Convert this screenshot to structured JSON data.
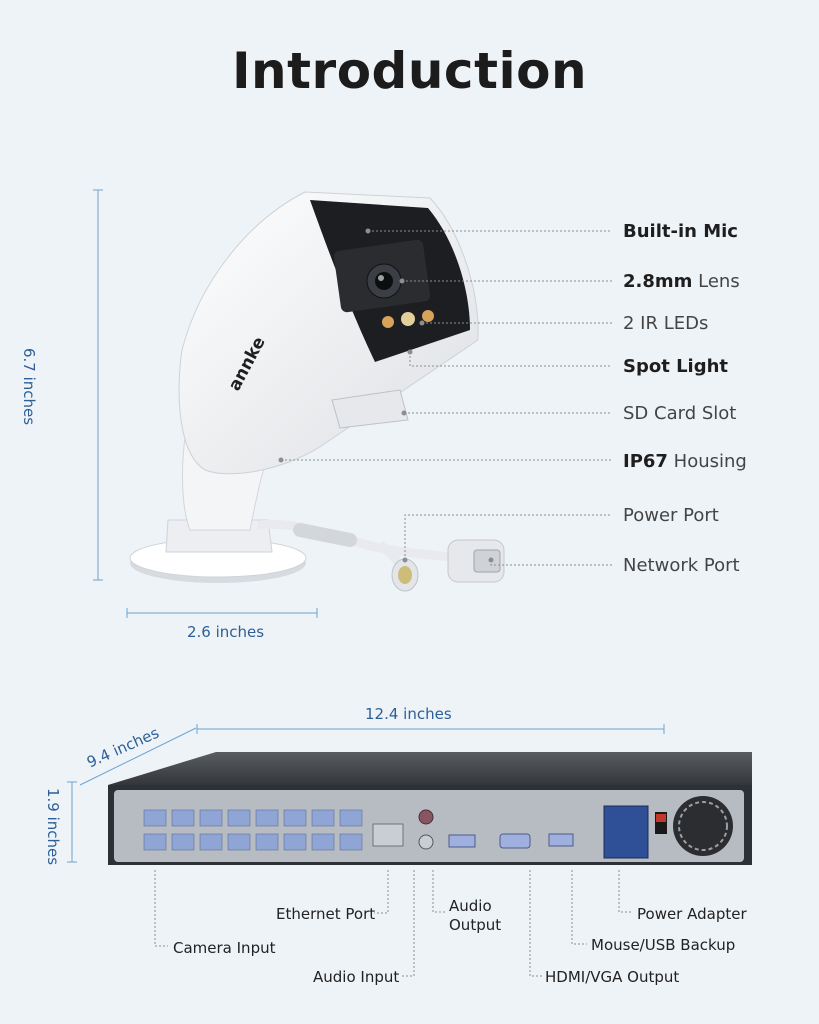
{
  "title": "Introduction",
  "camera": {
    "brand": "annke",
    "height": "6.7 inches",
    "width": "2.6 inches",
    "callouts": [
      {
        "bold": "Built-in Mic",
        "rest": ""
      },
      {
        "bold": "2.8mm",
        "rest": " Lens"
      },
      {
        "bold": "",
        "rest": "2 IR LEDs"
      },
      {
        "bold": "Spot Light",
        "rest": ""
      },
      {
        "bold": "",
        "rest": "SD Card Slot"
      },
      {
        "bold": "IP67",
        "rest": " Housing"
      },
      {
        "bold": "",
        "rest": "Power Port"
      },
      {
        "bold": "",
        "rest": "Network Port"
      }
    ]
  },
  "nvr": {
    "depth": "9.4 inches",
    "width": "12.4 inches",
    "height": "1.9 inches",
    "callouts": {
      "ethernet": "Ethernet Port",
      "audio_out_1": "Audio",
      "audio_out_2": "Output",
      "power": "Power Adapter",
      "camera_input": "Camera Input",
      "usb": "Mouse/USB Backup",
      "audio_input": "Audio Input",
      "hdmi_vga": "HDMI/VGA Output"
    }
  },
  "colors": {
    "accent": "#2d5f96",
    "background": "#eef3f8"
  }
}
